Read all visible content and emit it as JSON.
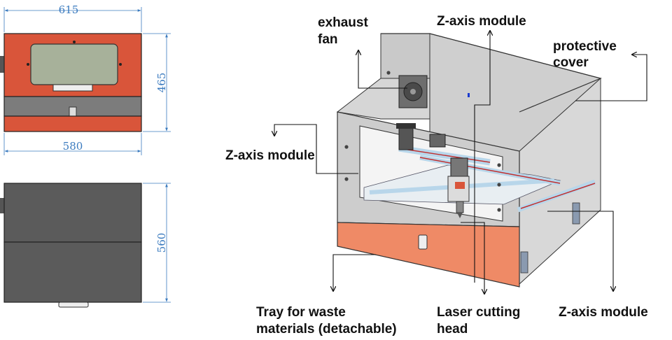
{
  "drawings": {
    "front_view": {
      "width_top": "615",
      "height": "465",
      "width_bottom": "580"
    },
    "top_view": {
      "depth": "560"
    }
  },
  "callouts": {
    "exhaust_fan": [
      "exhaust",
      "fan"
    ],
    "z_axis_top": "Z-axis module",
    "protective_cover": [
      "protective",
      "cover"
    ],
    "z_axis_left": "Z-axis module",
    "tray": [
      "Tray for waste",
      "materials (detachable)"
    ],
    "laser_head": [
      "Laser cutting",
      "head"
    ],
    "z_axis_bottom": "Z-axis module"
  },
  "colors": {
    "body_red": "#d9553a",
    "window_green": "#a7b19a",
    "drawer_gray": "#7c7c7c",
    "cover_gray": "#d2d2d2",
    "rail_blue": "#b8d6ea",
    "tray_orange": "#ef8a66",
    "dimension_blue": "#3b7bbf"
  }
}
